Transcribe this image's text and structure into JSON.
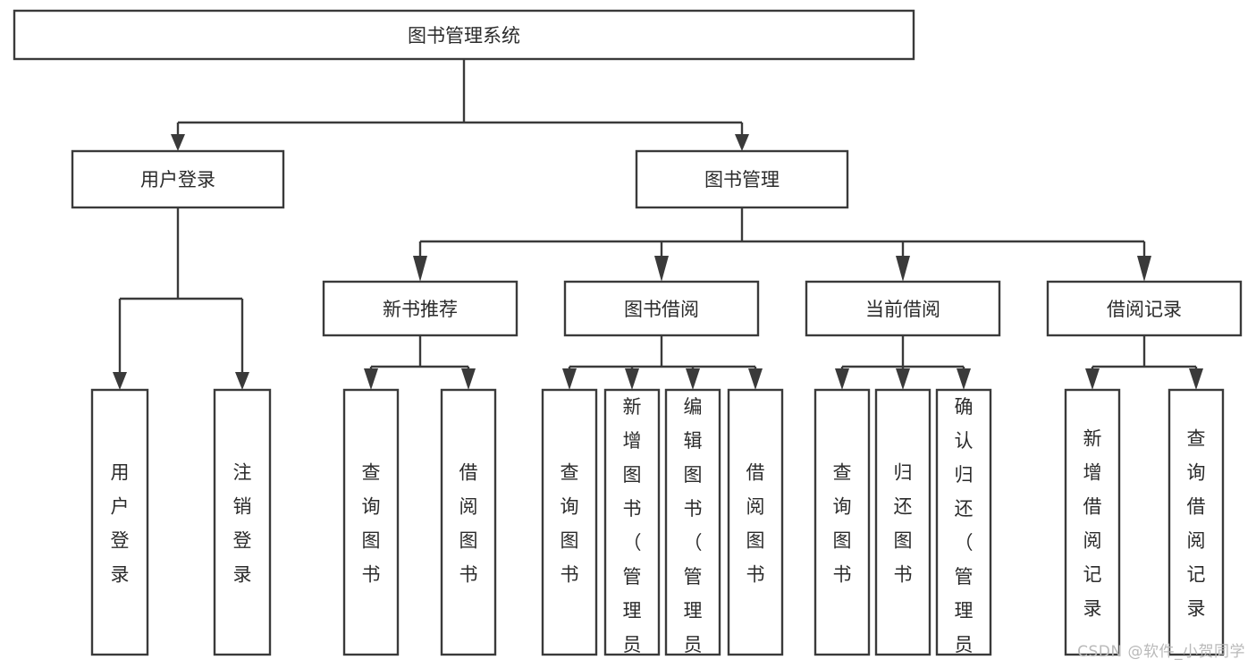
{
  "diagram": {
    "type": "tree",
    "title": "图书管理系统",
    "root": {
      "id": "root",
      "label": "图书管理系统",
      "orientation": "horizontal"
    },
    "level2": [
      {
        "id": "user-login",
        "label": "用户登录",
        "orientation": "horizontal"
      },
      {
        "id": "book-management",
        "label": "图书管理",
        "orientation": "horizontal"
      }
    ],
    "level3": [
      {
        "id": "new-book-recommend",
        "label": "新书推荐",
        "orientation": "horizontal"
      },
      {
        "id": "book-borrow",
        "label": "图书借阅",
        "orientation": "horizontal"
      },
      {
        "id": "current-borrow",
        "label": "当前借阅",
        "orientation": "horizontal"
      },
      {
        "id": "borrow-record",
        "label": "借阅记录",
        "orientation": "horizontal"
      }
    ],
    "leaves": {
      "user-login": [
        {
          "id": "leaf-user-login",
          "label": "用户登录",
          "orientation": "vertical"
        },
        {
          "id": "leaf-logout-login",
          "label": "注销登录",
          "orientation": "vertical"
        }
      ],
      "new-book-recommend": [
        {
          "id": "leaf-query-book-1",
          "label": "查询图书",
          "orientation": "vertical"
        },
        {
          "id": "leaf-borrow-book-1",
          "label": "借阅图书",
          "orientation": "vertical"
        }
      ],
      "book-borrow": [
        {
          "id": "leaf-query-book-2",
          "label": "查询图书",
          "orientation": "vertical"
        },
        {
          "id": "leaf-add-book",
          "label": "新增图书（管理员）",
          "orientation": "vertical"
        },
        {
          "id": "leaf-edit-book",
          "label": "编辑图书（管理员）",
          "orientation": "vertical"
        },
        {
          "id": "leaf-borrow-book-2",
          "label": "借阅图书",
          "orientation": "vertical"
        }
      ],
      "current-borrow": [
        {
          "id": "leaf-query-book-3",
          "label": "查询图书",
          "orientation": "vertical"
        },
        {
          "id": "leaf-return-book",
          "label": "归还图书",
          "orientation": "vertical"
        },
        {
          "id": "leaf-confirm-return",
          "label": "确认归还（管理员）",
          "orientation": "vertical"
        }
      ],
      "borrow-record": [
        {
          "id": "leaf-add-record",
          "label": "新增借阅记录",
          "orientation": "vertical"
        },
        {
          "id": "leaf-query-record",
          "label": "查询借阅记录",
          "orientation": "vertical"
        }
      ]
    },
    "colors": {
      "stroke": "#3a3a3a",
      "fill": "#ffffff",
      "text": "#2b2b2b",
      "background": "#ffffff",
      "watermark": "#b9b9b9"
    }
  },
  "watermark": {
    "text": "CSDN @软件_小贺同学"
  }
}
